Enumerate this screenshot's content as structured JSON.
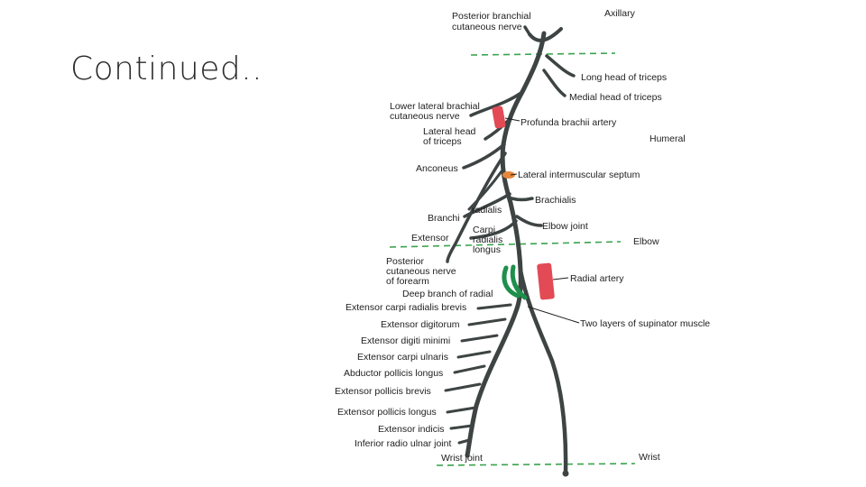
{
  "slide": {
    "title": "Continued.."
  },
  "diagram": {
    "colors": {
      "nerve": "#3d4443",
      "guide_lines": "#3aa34e",
      "artery": "#e24a55",
      "septum": "#e8863a",
      "supinator": "#1f8f4c"
    },
    "labels": {
      "posterior_brachial": [
        "Posterior branchial",
        "cutaneous nerve"
      ],
      "axillary": "Axillary",
      "long_head_triceps": "Long head of triceps",
      "medial_head_triceps": "Medial head of triceps",
      "lower_lateral_brachial": [
        "Lower lateral brachial",
        "cutaneous nerve"
      ],
      "profunda_brachii": "Profunda brachii artery",
      "lateral_head_triceps": [
        "Lateral head",
        "of triceps"
      ],
      "humeral": "Humeral",
      "anconeus": "Anconeus",
      "lateral_intermuscular_septum": "Lateral intermuscular septum",
      "brachialis": "Brachialis",
      "radialis": "radialis",
      "branchi": "Branchi",
      "elbow_joint": "Elbow joint",
      "carpi_radialis_longus": [
        "Carpi",
        "radialis",
        "longus"
      ],
      "extensor": "Extensor",
      "elbow": "Elbow",
      "posterior_cutaneous_forearm": [
        "Posterior",
        "cutaneous nerve",
        "of forearm"
      ],
      "radial_artery": "Radial artery",
      "deep_branch_radial": "Deep branch of radial",
      "ecrb": "Extensor carpi radialis brevis",
      "two_layers_supinator": "Two layers of supinator muscle",
      "extensor_digitorum": "Extensor digitorum",
      "extensor_digiti_minimi": "Extensor digiti minimi",
      "extensor_carpi_ulnaris": "Extensor carpi ulnaris",
      "abductor_pollicis_longus": "Abductor pollicis longus",
      "extensor_pollicis_brevis": "Extensor pollicis brevis",
      "extensor_pollicis_longus": "Extensor pollicis longus",
      "extensor_indicis": "Extensor indicis",
      "inferior_radio_ulnar_joint": "Inferior radio ulnar joint",
      "wrist_joint": "Wrist joint",
      "wrist": "Wrist"
    }
  }
}
